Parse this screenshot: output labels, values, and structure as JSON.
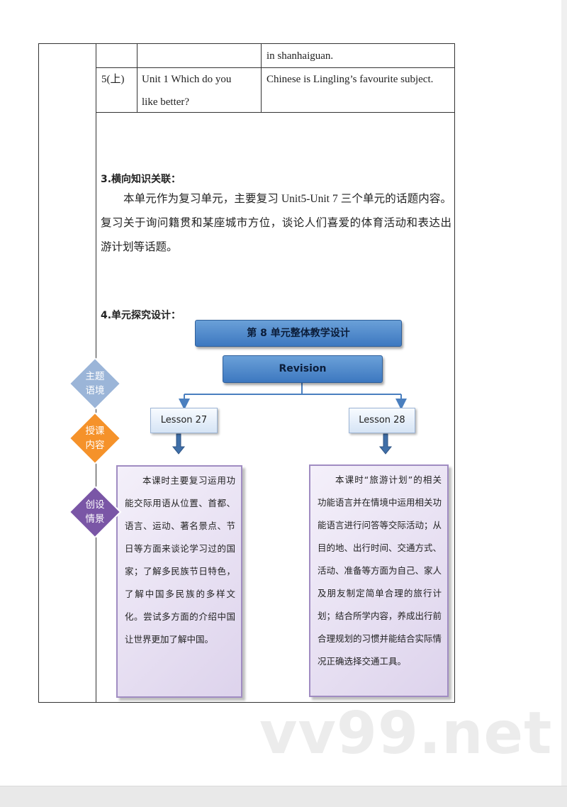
{
  "table": {
    "row1": {
      "col3": "in shanhaiguan."
    },
    "row2": {
      "col1": "5(上)",
      "col2_line1": "Unit 1 Which do you",
      "col2_line2": "like better?",
      "col3": "Chinese is Lingling’s favourite subject."
    }
  },
  "section3": {
    "heading": "3.横向知识关联：",
    "paragraph": "本单元作为复习单元，主要复习 Unit5-Unit 7 三个单元的话题内容。复习关于询问籍贯和某座城市方位，谈论人们喜爱的体育活动和表达出游计划等话题。"
  },
  "section4": {
    "heading": "4.单元探究设计："
  },
  "diagram": {
    "title": "第 8 单元整体教学设计",
    "revision": "Revision",
    "lesson_left": "Lesson 27",
    "lesson_right": "Lesson 28",
    "left_box": "本课时主要复习运用功能交际用语从位置、首都、语言、运动、著名景点、节日等方面来谈论学习过的国家；了解多民族节日特色，了解中国多民族的多样文化。尝试多方面的介绍中国让世界更加了解中国。",
    "right_box": "本课时“旅游计划”的相关功能语言并在情境中运用相关功能语言进行问答等交际活动；从目的地、出行时间、交通方式、活动、准备等方面为自己、家人及朋友制定简单合理的旅行计划；结合所学内容，养成出行前合理规划的习惯并能结合实际情况正确选择交通工具。",
    "diamonds": [
      {
        "line1": "主题",
        "line2": "语境",
        "color": "#9bb5d8"
      },
      {
        "line1": "授课",
        "line2": "内容",
        "color": "#f5922a"
      },
      {
        "line1": "创设",
        "line2": "情景",
        "color": "#7a56a6"
      }
    ]
  },
  "watermark": "vv99.net",
  "colors": {
    "blue": "#3d78c0",
    "arrow": "#4a7fbf",
    "purple_border": "#a08cc2"
  }
}
